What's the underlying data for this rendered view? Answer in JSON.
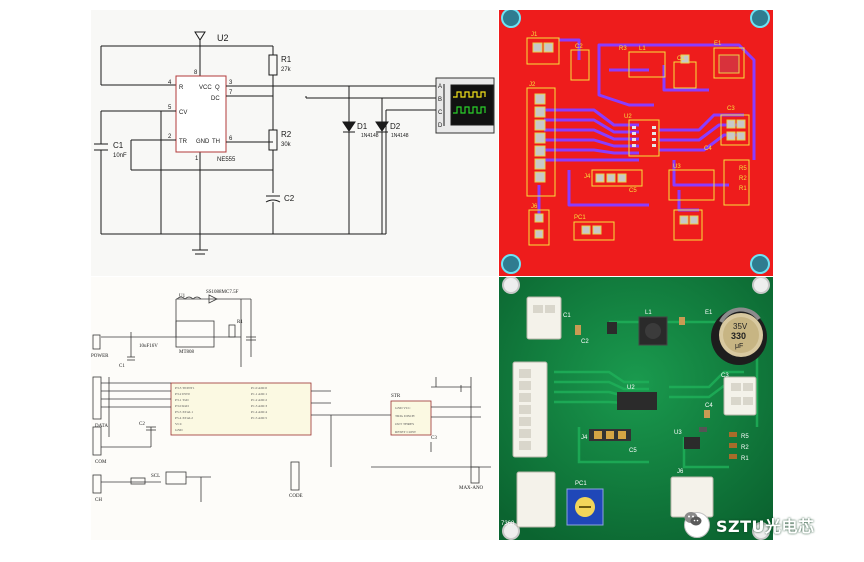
{
  "schematic": {
    "u2_label": "U2",
    "u2_pins": [
      "R",
      "VCC",
      "Q",
      "DC",
      "CV",
      "TR",
      "GND",
      "TH"
    ],
    "pin_nums": [
      "4",
      "8",
      "3",
      "7",
      "5",
      "2",
      "1",
      "6"
    ],
    "chip": "NE555",
    "r1": "R1",
    "r1_val": "27k",
    "r2": "R2",
    "r2_val": "30k",
    "c1": "C1",
    "c1_val": "10nF",
    "c2": "C2",
    "d1": "D1",
    "d2": "D2",
    "diode_part": "1N4148",
    "scope_ch": [
      "A",
      "B",
      "C",
      "D"
    ]
  },
  "pcb": {
    "labels": [
      "J1",
      "R3",
      "C2",
      "L1",
      "E1",
      "J2",
      "U2",
      "C3",
      "J4",
      "C5",
      "J6",
      "PC1",
      "C1",
      "U3",
      "R2",
      "R1",
      "C4",
      "R5"
    ]
  },
  "schematic2": {
    "labels": [
      "U1",
      "SS1088MC7.5F",
      "MT808",
      "10uF16V",
      "R1",
      "C1",
      "POWER",
      "C2",
      "C3",
      "DATA",
      "COM",
      "CH",
      "SCL",
      "CODE",
      "STR",
      "MAX-ANO"
    ]
  },
  "photo": {
    "cap_text": [
      "35V",
      "330",
      "μF"
    ],
    "labels": [
      "C1",
      "C2",
      "L1",
      "E1",
      "U2",
      "J4",
      "C5",
      "U3",
      "C3",
      "R2",
      "R5",
      "R1",
      "C4",
      "PC1",
      "7368",
      "J6"
    ]
  },
  "watermark": {
    "text": "SZTU光电芯",
    "icon": "wechat-icon"
  }
}
